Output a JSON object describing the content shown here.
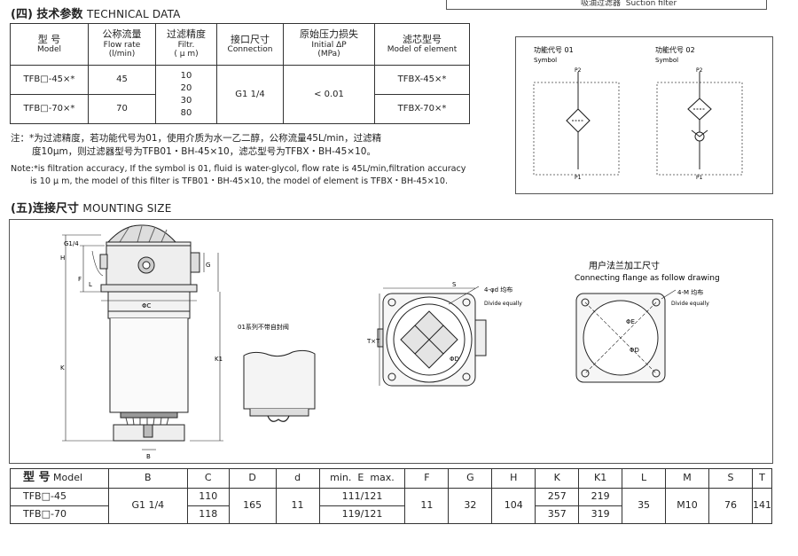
{
  "top_right_label": {
    "cn": "吸油过滤器",
    "en": "Suction filter"
  },
  "section4": {
    "cn": "(四) 技术参数",
    "en": "TECHNICAL DATA"
  },
  "tech_table": {
    "headers": [
      {
        "cn": "型 号",
        "en": "Model"
      },
      {
        "cn": "公称流量",
        "en": "Flow rate",
        "unit": "(l/min)"
      },
      {
        "cn": "过滤精度",
        "en": "Filtr.",
        "unit": "( μ m)"
      },
      {
        "cn": "接口尺寸",
        "en": "Connection"
      },
      {
        "cn": "原始压力损失",
        "en": "Initial ΔP",
        "unit": "(MPa)"
      },
      {
        "cn": "滤芯型号",
        "en": "Model of element"
      }
    ],
    "rows": [
      {
        "model": "TFB□-45×*",
        "flow": "45",
        "element": "TFBX-45×*"
      },
      {
        "model": "TFB□-70×*",
        "flow": "70",
        "element": "TFBX-70×*"
      }
    ],
    "filtration": [
      "10",
      "20",
      "30",
      "80"
    ],
    "connection": "G1 1/4",
    "pressure": "< 0.01"
  },
  "note_cn_1": "注：*为过滤精度，若功能代号为01，使用介质为水一乙二醇，公称流量45L/min，过滤精",
  "note_cn_2": "度10μm，则过滤器型号为TFB01・BH-45×10，滤芯型号为TFBX・BH-45×10。",
  "note_en_1": "Note:*is filtration accuracy, If the symbol is 01, fluid is water-glycol, flow rate is 45L/min,filtration accuracy",
  "note_en_2": "is 10 μ m,  the model of this  filter is TFB01・BH-45×10, the model of element is TFBX・BH-45×10.",
  "symbols": [
    {
      "cn": "功能代号 01",
      "en": "Symbol",
      "p_top": "P2",
      "p_bottom": "P1"
    },
    {
      "cn": "功能代号 02",
      "en": "Symbol",
      "p_top": "P2",
      "p_bottom": "P1"
    }
  ],
  "section5": {
    "cn": "(五)连接尺寸",
    "en": "MOUNTING SIZE"
  },
  "drawing": {
    "g14": "G1/4",
    "side_note": "01系列不带自封阀",
    "flange_title_cn": "用户法兰加工尺寸",
    "flange_title_en": "Connecting flange as follow drawing",
    "holes_cn": "4-φd  均布",
    "holes_en": "Divide equally",
    "holes2_cn": "4-M  均布",
    "holes2_en": "Divide equally",
    "dim_labels": {
      "H": "H",
      "L": "L",
      "F": "F",
      "G": "G",
      "C": "ΦC",
      "K": "K",
      "K1": "K1",
      "S": "S",
      "TxT": "T×T",
      "D": "ΦD",
      "E": "ΦE",
      "B": "B"
    }
  },
  "dim_table": {
    "headers": [
      {
        "cn": "型  号",
        "en": "Model"
      },
      "B",
      "C",
      "D",
      "d",
      {
        "pre": "min.",
        "mid": "E",
        "post": "max."
      },
      "F",
      "G",
      "H",
      "K",
      "K1",
      "L",
      "M",
      "S",
      "T"
    ],
    "rows": [
      {
        "model": "TFB□-45",
        "C": "110",
        "E": "111/121",
        "K": "257",
        "K1": "219"
      },
      {
        "model": "TFB□-70",
        "C": "118",
        "E": "119/121",
        "K": "357",
        "K1": "319"
      }
    ],
    "shared": {
      "B": "G1 1/4",
      "D": "165",
      "d": "11",
      "F": "11",
      "G": "32",
      "H": "104",
      "L": "35",
      "M": "M10",
      "S": "76",
      "T": "141"
    }
  }
}
